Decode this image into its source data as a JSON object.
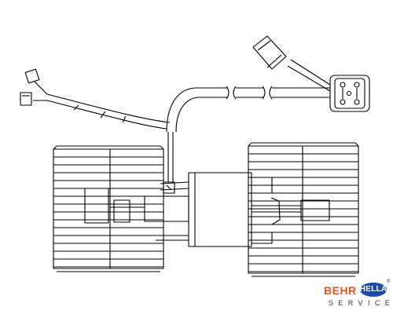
{
  "diagram": {
    "subject": "blower motor with twin squirrel-cage fans and wiring harness",
    "colors": {
      "line": "#000000",
      "background": "#ffffff"
    }
  },
  "branding": {
    "brand_left": "BEHR",
    "brand_right": "HELLA",
    "registered": "®",
    "tagline": "SERVICE",
    "colors": {
      "behr": "#e8541e",
      "hella_oval": "#1f4aa8",
      "tagline": "#333333"
    }
  }
}
